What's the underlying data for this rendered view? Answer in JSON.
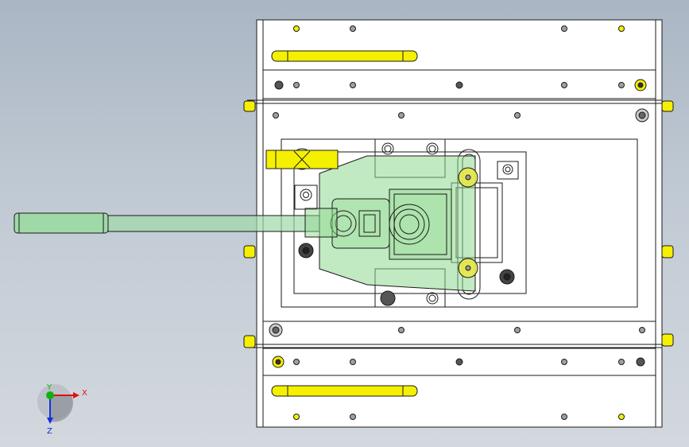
{
  "triad": {
    "x_label": "X",
    "y_label": "Y",
    "z_label": "Z",
    "x_color": "#e01010",
    "y_color": "#10b010",
    "z_color": "#1030e0"
  },
  "colors": {
    "part_outline": "#1a1a1a",
    "part_fill": "#ffffff",
    "highlight_yellow": "#f5f000",
    "transparent_green": "#8fd98f",
    "rod_green": "#9fd9a8"
  }
}
